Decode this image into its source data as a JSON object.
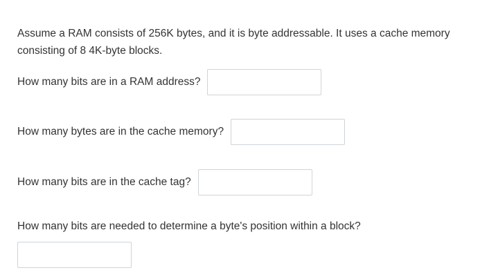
{
  "prompt": {
    "text": "Assume a RAM consists of 256K bytes, and it is byte addressable.  It uses a cache memory consisting of 8 4K-byte blocks."
  },
  "questions": [
    {
      "label": "How many bits are in a RAM address?",
      "value": "",
      "placeholder": ""
    },
    {
      "label": "How many bytes are in the cache memory?",
      "value": "",
      "placeholder": ""
    },
    {
      "label": "How many bits are in the cache tag?",
      "value": "",
      "placeholder": ""
    },
    {
      "label": "How many bits are needed to determine a byte's position within a block?",
      "value": "",
      "placeholder": ""
    }
  ],
  "colors": {
    "text": "#333333",
    "input_border": "#cfd4d8",
    "background": "#ffffff"
  }
}
